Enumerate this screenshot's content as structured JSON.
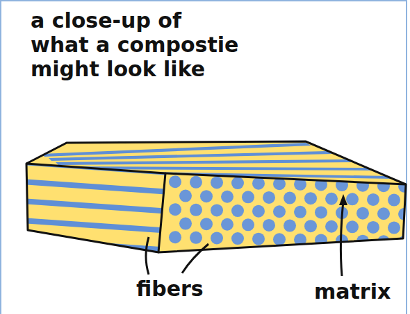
{
  "diagram": {
    "title": "a close-up of what a compostie might look like",
    "labels": [
      "fibers",
      "matrix"
    ]
  }
}
